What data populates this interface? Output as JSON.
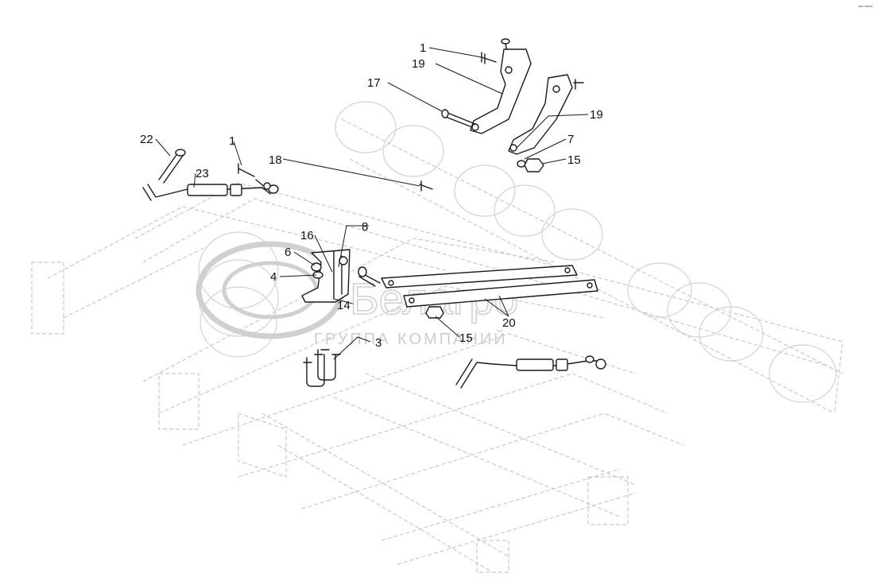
{
  "watermark": {
    "brand": "Белагро",
    "subtitle": "ГРУППА КОМПАНИЙ",
    "logo_icon": "belagro-logo-icon"
  },
  "callouts": [
    {
      "id": "c1a",
      "label": "1"
    },
    {
      "id": "c19a",
      "label": "19"
    },
    {
      "id": "c17",
      "label": "17"
    },
    {
      "id": "c19b",
      "label": "19"
    },
    {
      "id": "c7",
      "label": "7"
    },
    {
      "id": "c15a",
      "label": "15"
    },
    {
      "id": "c22",
      "label": "22"
    },
    {
      "id": "c1b",
      "label": "1"
    },
    {
      "id": "c23",
      "label": "23"
    },
    {
      "id": "c18",
      "label": "18"
    },
    {
      "id": "c16",
      "label": "16"
    },
    {
      "id": "c8",
      "label": "8"
    },
    {
      "id": "c6",
      "label": "6"
    },
    {
      "id": "c4",
      "label": "4"
    },
    {
      "id": "c14",
      "label": "14"
    },
    {
      "id": "c3",
      "label": "3"
    },
    {
      "id": "c15b",
      "label": "15"
    },
    {
      "id": "c20",
      "label": "20"
    }
  ],
  "colors": {
    "line": "#1a1a1a",
    "ghost": "#c9c9c9",
    "watermark": "#cfcfcf"
  }
}
